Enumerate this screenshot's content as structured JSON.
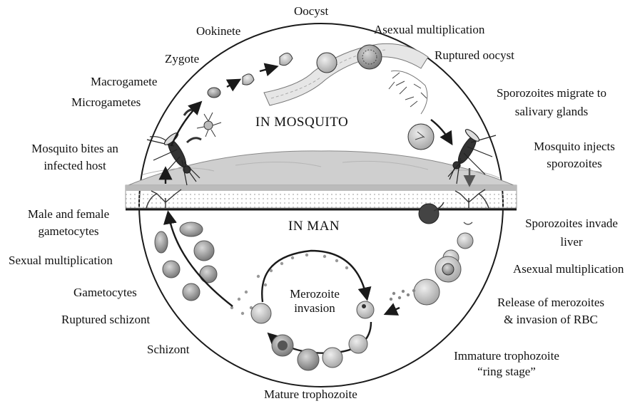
{
  "regions": {
    "mosquito": "IN MOSQUITO",
    "man": "IN MAN"
  },
  "center": {
    "line1": "Merozoite",
    "line2": "invasion"
  },
  "mosquito_stages": {
    "oocyst": "Oocyst",
    "asexual_multiplication": "Asexual multiplication",
    "ookinete": "Ookinete",
    "ruptured_oocyst": "Ruptured oocyst",
    "zygote": "Zygote",
    "macrogamete": "Macrogamete",
    "microgametes": "Microgametes",
    "sporozoites_migrate_1": "Sporozoites migrate to",
    "sporozoites_migrate_2": "salivary glands",
    "mosquito_bites_1": "Mosquito bites an",
    "mosquito_bites_2": "infected host",
    "mosquito_injects_1": "Mosquito injects",
    "mosquito_injects_2": "sporozoites"
  },
  "human_stages": {
    "gametocytes_mf_1": "Male and female",
    "gametocytes_mf_2": "gametocytes",
    "sporozoites_invade_1": "Sporozoites invade",
    "sporozoites_invade_2": "liver",
    "sexual_multiplication": "Sexual multiplication",
    "asexual_multiplication": "Asexual multiplication",
    "gametocytes": "Gametocytes",
    "release_merozoites_1": "Release of merozoites",
    "release_merozoites_2": "& invasion of RBC",
    "ruptured_schizont": "Ruptured schizont",
    "schizont": "Schizont",
    "immature_trophozoite_1": "Immature trophozoite",
    "immature_trophozoite_2": "“ring stage”",
    "mature_trophozoite": "Mature trophozoite"
  },
  "colors": {
    "line": "#1a1a1a",
    "cell": "#8c8c8c",
    "cell_light": "#c8c8c8",
    "skin": "#d2d2d2",
    "skin_band": "#e4e4e4"
  }
}
